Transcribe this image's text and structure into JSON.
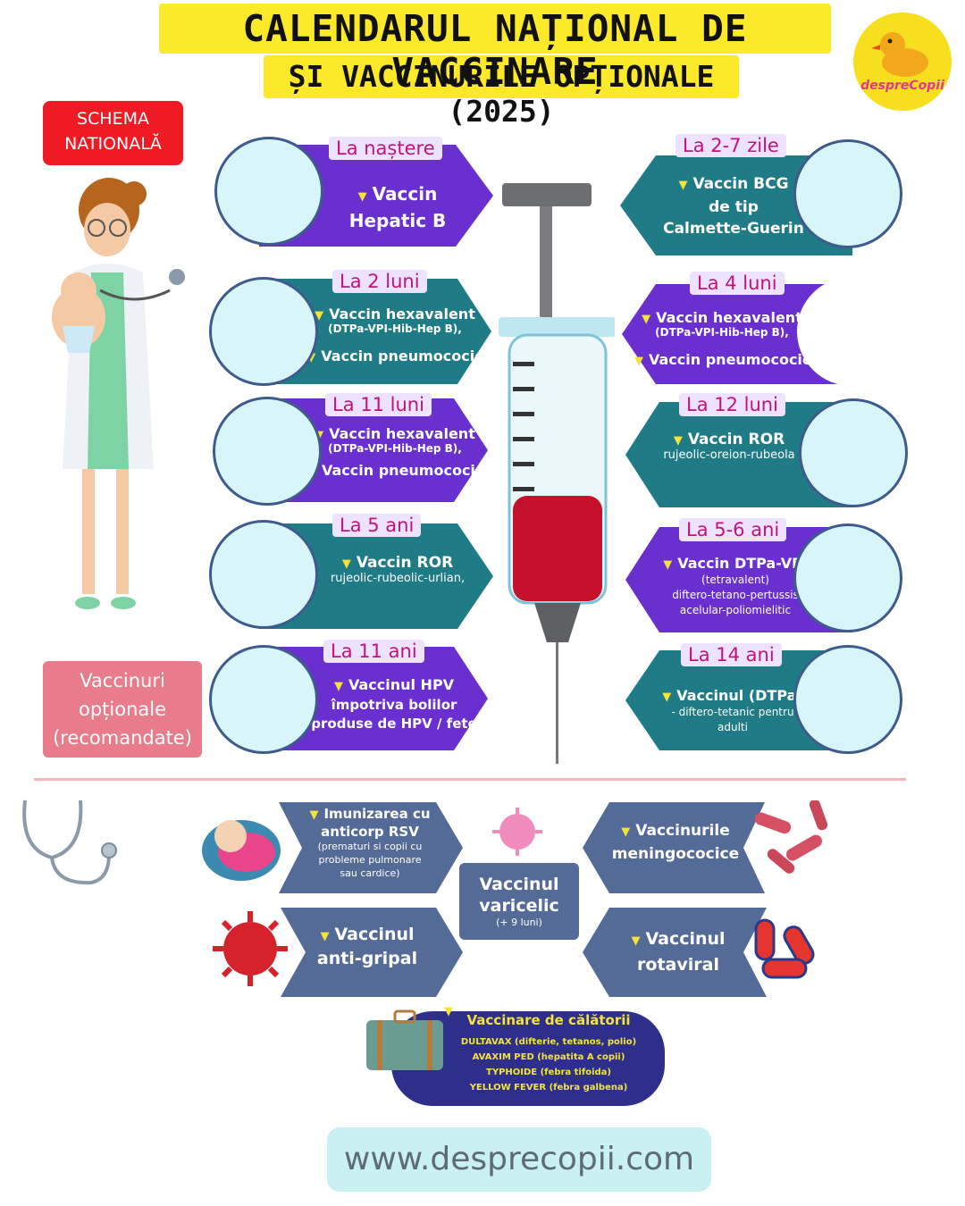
{
  "header": {
    "title_line1": "CALENDARUL NAȚIONAL DE VACCINARE",
    "title_line2": "ȘI VACCINURILE OPȚIONALE (2025)",
    "logo_text": "despreCopii"
  },
  "labels": {
    "schema_line1": "SCHEMA",
    "schema_line2": "NATIONALĂ",
    "optional_line1": "Vaccinuri",
    "optional_line2": "opționale",
    "optional_line3": "(recomandate)"
  },
  "schedule_left": [
    {
      "age": "La naștere",
      "lines": [
        "Vaccin",
        "Hepatic B"
      ]
    },
    {
      "age": "La 2 luni",
      "vaccine1": "Vaccin hexavalent",
      "detail": "(DTPa-VPI-Hib-Hep B),",
      "vaccine2": "Vaccin pneumococic"
    },
    {
      "age": "La 11 luni",
      "vaccine1": "Vaccin hexavalent",
      "detail": "(DTPa-VPI-Hib-Hep B),",
      "vaccine2": "Vaccin pneumococic"
    },
    {
      "age": "La 5 ani",
      "vaccine1": "Vaccin ROR",
      "detail": "rujeolic-rubeolic-urlian,"
    },
    {
      "age": "La 11 ani",
      "vaccine1": "Vaccinul HPV",
      "line2": "împotriva bolilor",
      "line3": "produse de HPV / fete"
    }
  ],
  "schedule_right": [
    {
      "age": "La 2-7 zile",
      "lines": [
        "Vaccin BCG",
        "de tip",
        "Calmette-Guerin"
      ]
    },
    {
      "age": "La 4 luni",
      "vaccine1": "Vaccin hexavalent",
      "detail": "(DTPa-VPI-Hib-Hep B),",
      "vaccine2": "Vaccin pneumococic"
    },
    {
      "age": "La 12 luni",
      "vaccine1": "Vaccin ROR",
      "detail": "rujeolic-oreion-rubeola"
    },
    {
      "age": "La 5-6 ani",
      "vaccine1": "Vaccin DTPa-VPI",
      "line2": "(tetravalent)",
      "line3": "diftero-tetano-pertussis",
      "line4": "acelular-poliomielitic"
    },
    {
      "age": "La 14 ani",
      "vaccine1": "Vaccinul (DTPa)",
      "line2": "- diftero-tetanic pentru",
      "line3": "adulti"
    }
  ],
  "optional": {
    "rsv_line1": "Imunizarea cu",
    "rsv_line2": "anticorp RSV",
    "rsv_detail1": "(prematuri si copii cu",
    "rsv_detail2": "probleme pulmonare",
    "rsv_detail3": "sau cardice)",
    "mening_line1": "Vaccinurile",
    "mening_line2": "meningococice",
    "varicela_line1": "Vaccinul",
    "varicela_line2": "varicelic",
    "varicela_detail": "(+ 9 luni)",
    "gripa_line1": "Vaccinul",
    "gripa_line2": "anti-gripal",
    "rota_line1": "Vaccinul",
    "rota_line2": "rotaviral",
    "travel_title": "Vaccinare de călătorii",
    "travel_items": [
      "DULTAVAX (difterie, tetanos, polio)",
      "AVAXIM PED (hepatita A copii)",
      "TYPHOIDE (febra tifoida)",
      "YELLOW FEVER (febra galbena)"
    ]
  },
  "footer": {
    "website": "www.desprecopii.com"
  },
  "colors": {
    "title_bg": "#fbe92a",
    "purple": "#6a2fcf",
    "teal": "#1f7c86",
    "navy_block": "#556b97",
    "travel_bg": "#2e2f8a",
    "age_text": "#c0147a",
    "red_label": "#ee1b24",
    "pink_label": "#e87c8b"
  }
}
